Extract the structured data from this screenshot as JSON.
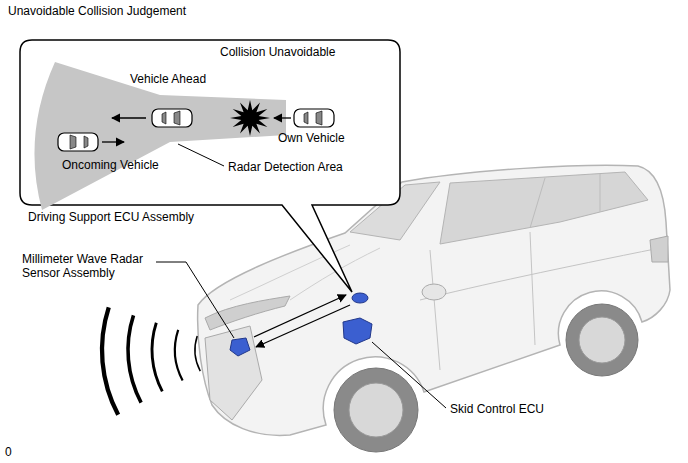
{
  "diagram": {
    "title": "Unavoidable Collision Judgement",
    "nodes": [
      {
        "text": [
          "Collision Unavoidable",
          "Vehicle Ahead",
          "Oncoming Vehicle",
          "Own Vehicle",
          "Radar Detection Area"
        ]
      }
    ],
    "labels": [
      "Driving Support ECU Assembly",
      "Millimeter Wave Radar Sensor Assembly",
      "Skid Control ECU",
      "0"
    ]
  }
}
